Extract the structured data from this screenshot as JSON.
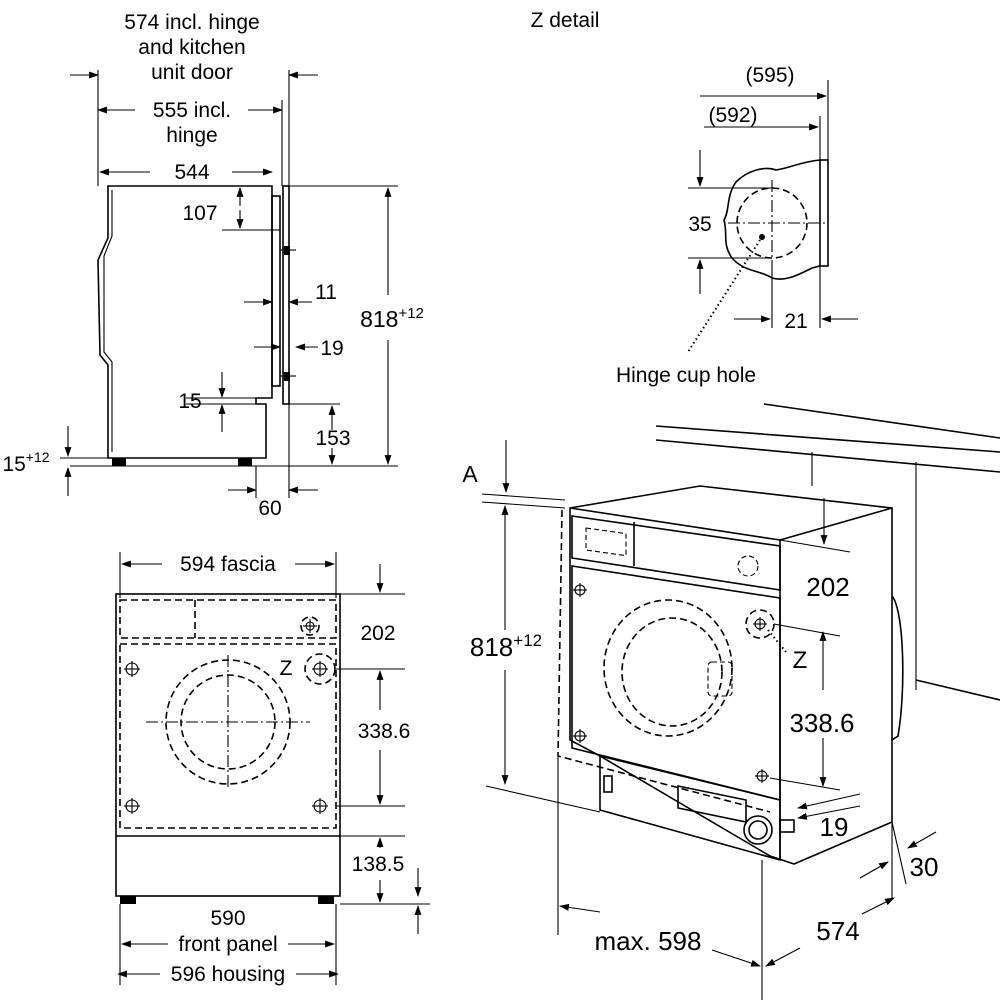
{
  "side_view": {
    "dim_574": "574 incl. hinge",
    "dim_574_line2": "and kitchen",
    "dim_574_line3": "unit door",
    "dim_555": "555 incl.",
    "dim_555_line2": "hinge",
    "dim_544": "544",
    "dim_107": "107",
    "dim_11": "11",
    "dim_19": "19",
    "dim_818": "818",
    "dim_818_sup": "+12",
    "dim_15": "15",
    "dim_153": "153",
    "dim_15b": "15",
    "dim_15b_sup": "+12",
    "dim_60": "60"
  },
  "z_detail": {
    "title": "Z detail",
    "dim_595": "(595)",
    "dim_592": "(592)",
    "dim_35": "35",
    "dim_21": "21",
    "hinge_label": "Hinge cup hole"
  },
  "front_view": {
    "dim_fascia": "594 fascia",
    "dim_202": "202",
    "z_label": "Z",
    "dim_338": "338.6",
    "dim_138": "138.5",
    "dim_590": "590",
    "dim_front_panel": "front panel",
    "dim_596": "596 housing"
  },
  "iso_view": {
    "label_a": "A",
    "dim_818": "818",
    "dim_818_sup": "+12",
    "dim_202": "202",
    "z_label": "Z",
    "dim_338": "338.6",
    "dim_19": "19",
    "dim_30": "30",
    "dim_574": "574",
    "dim_max598": "max. 598"
  }
}
